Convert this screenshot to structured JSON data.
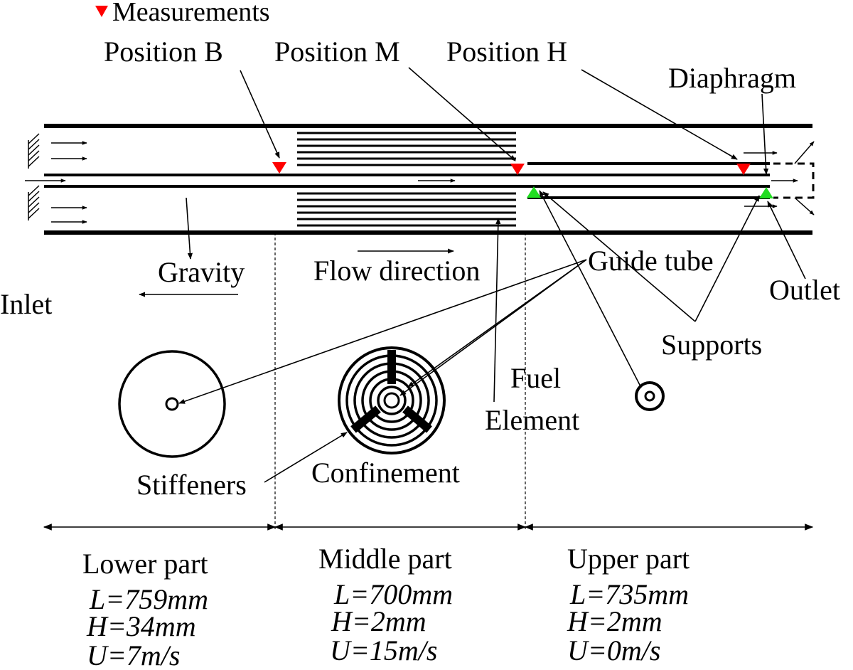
{
  "labels": {
    "measurements": "Measurements",
    "position_b": "Position B",
    "position_m": "Position M",
    "position_h": "Position H",
    "diaphragm": "Diaphragm",
    "gravity": "Gravity",
    "flow_direction": "Flow direction",
    "guide_tube": "Guide tube",
    "outlet": "Outlet",
    "inlet": "Inlet",
    "supports": "Supports",
    "fuel": "Fuel",
    "element": "Element",
    "stiffeners": "Stiffeners",
    "confinement": "Confinement"
  },
  "parts": [
    {
      "name": "Lower part",
      "L": "L=759mm",
      "H": "H=34mm",
      "U": "U=7m/s"
    },
    {
      "name": "Middle part",
      "L": "L=700mm",
      "H": "H=2mm",
      "U": "U=15m/s"
    },
    {
      "name": "Upper part",
      "L": "L=735mm",
      "H": "H=2mm",
      "U": "U=0m/s"
    }
  ],
  "colors": {
    "measurement_marker": "#ff0000",
    "support_marker": "#22dd22",
    "line": "#000000"
  }
}
